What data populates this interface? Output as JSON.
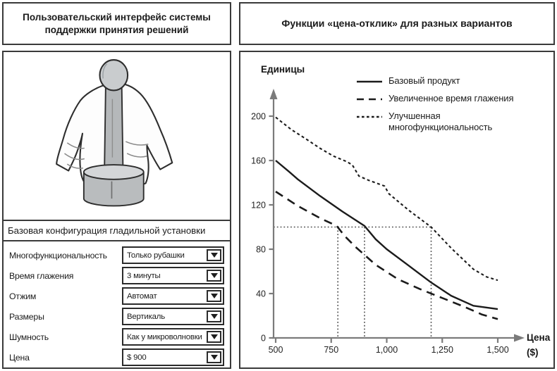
{
  "left_panel": {
    "title": "Пользовательский интерфейс системы поддержки принятия решений",
    "config_header": "Базовая конфигурация гладильной установки",
    "form": {
      "rows": [
        {
          "label": "Многофункциональность",
          "value": "Только рубашки"
        },
        {
          "label": "Время глажения",
          "value": "3 минуты"
        },
        {
          "label": "Отжим",
          "value": "Автомат"
        },
        {
          "label": "Размеры",
          "value": "Вертикаль"
        },
        {
          "label": "Шумность",
          "value": "Как у микроволновки"
        },
        {
          "label": "Цена",
          "value": "$ 900"
        }
      ]
    }
  },
  "right_panel": {
    "title": "Функции «цена-отклик» для разных вариантов"
  },
  "chart_data": {
    "type": "line",
    "title": "Функции «цена-отклик» для разных вариантов",
    "xlabel": "Цена ($)",
    "xlabel_lines": [
      "Цена",
      "($)"
    ],
    "ylabel": "Единицы",
    "xlim": [
      500,
      1500
    ],
    "ylim": [
      0,
      200
    ],
    "xticks": [
      {
        "v": 500,
        "label": "500"
      },
      {
        "v": 750,
        "label": "750"
      },
      {
        "v": 1000,
        "label": "1,000"
      },
      {
        "v": 1250,
        "label": "1,250"
      },
      {
        "v": 1500,
        "label": "1,500"
      }
    ],
    "yticks": [
      0,
      40,
      80,
      120,
      160,
      200
    ],
    "grid": false,
    "legend_position": "top-right-inside",
    "series": [
      {
        "name": "Базовый продукт",
        "style": "solid",
        "points": [
          [
            500,
            160
          ],
          [
            560,
            150
          ],
          [
            600,
            143
          ],
          [
            700,
            128
          ],
          [
            800,
            114
          ],
          [
            900,
            101
          ],
          [
            950,
            89
          ],
          [
            1000,
            80
          ],
          [
            1100,
            65
          ],
          [
            1200,
            50
          ],
          [
            1290,
            38
          ],
          [
            1390,
            29
          ],
          [
            1500,
            26
          ]
        ]
      },
      {
        "name": "Увеличенное время глажения",
        "style": "long-dash",
        "points": [
          [
            500,
            132
          ],
          [
            600,
            119
          ],
          [
            700,
            108
          ],
          [
            775,
            101
          ],
          [
            810,
            92
          ],
          [
            860,
            82
          ],
          [
            950,
            66
          ],
          [
            1050,
            53
          ],
          [
            1150,
            44
          ],
          [
            1250,
            36
          ],
          [
            1350,
            28
          ],
          [
            1430,
            21
          ],
          [
            1500,
            17
          ]
        ]
      },
      {
        "name": "Улучшенная многофункциональность",
        "style": "short-dash",
        "points": [
          [
            500,
            199
          ],
          [
            570,
            188
          ],
          [
            640,
            179
          ],
          [
            700,
            171
          ],
          [
            760,
            164
          ],
          [
            820,
            159
          ],
          [
            845,
            156
          ],
          [
            875,
            146
          ],
          [
            920,
            142
          ],
          [
            990,
            137
          ],
          [
            1010,
            130
          ],
          [
            1100,
            115
          ],
          [
            1200,
            100
          ],
          [
            1290,
            81
          ],
          [
            1390,
            62
          ],
          [
            1450,
            55
          ],
          [
            1500,
            52
          ]
        ]
      }
    ],
    "guides": {
      "horizontal": {
        "y": 100,
        "x_from": 500,
        "x_to": 1200
      },
      "verticals": [
        780,
        900,
        1200
      ]
    }
  },
  "colors": {
    "ink": "#1b1b1b",
    "box_border": "#3a3a3a",
    "axis_gray": "#7b7b7b",
    "guide_gray": "#4c4c4c",
    "mannequin_gray": "#c9ccce",
    "pole_gray": "#b5b8ba",
    "base_gray": "#b9bcbe"
  }
}
